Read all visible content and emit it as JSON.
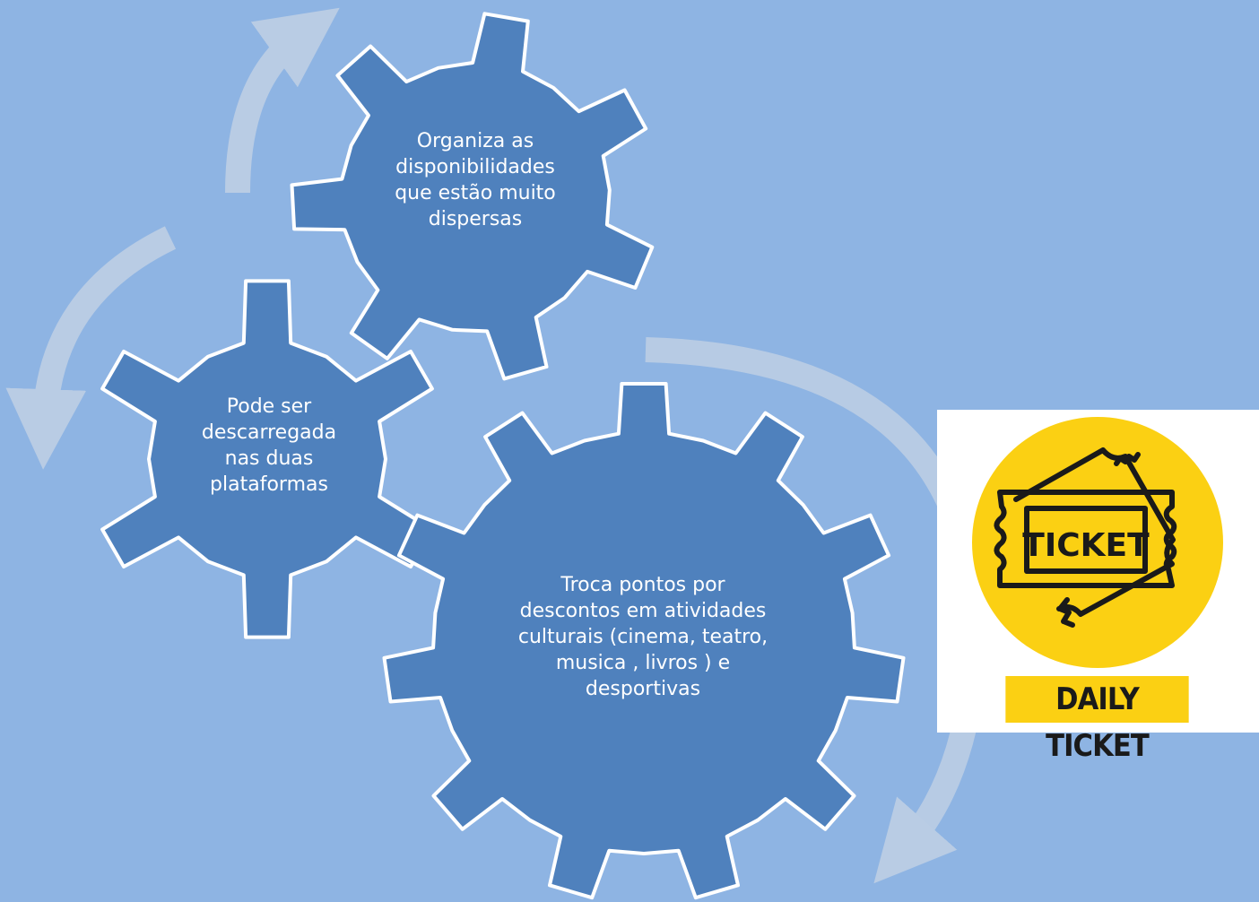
{
  "diagram": {
    "gears": [
      {
        "id": "gear-top",
        "text": "Organiza as\ndisponibilidades\nque estão muito\ndispersas"
      },
      {
        "id": "gear-left",
        "text": "Pode ser\ndescarregada\nnas duas\nplataformas"
      },
      {
        "id": "gear-bottom",
        "text": "Troca  pontos por\ndescontos em atividades\nculturais (cinema, teatro,\nmusica , livros ) e\ndesportivas"
      }
    ]
  },
  "logo": {
    "ticket_label": "TICKET",
    "banner_text": "DAILY TICKET"
  },
  "colors": {
    "background": "#8eb4e3",
    "gear_fill": "#4f81bd",
    "gear_stroke": "#ffffff",
    "arrow": "#b9cce4",
    "logo_yellow": "#fbd013",
    "logo_ink": "#1a1a1a"
  }
}
